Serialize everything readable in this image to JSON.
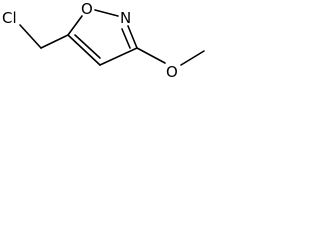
{
  "molecule": {
    "atoms": {
      "cl": "Cl",
      "o_ring": "O",
      "n_ring": "N",
      "o_methoxy": "O"
    }
  },
  "colors": {
    "background": "#ffffff",
    "ink": "#000000"
  }
}
